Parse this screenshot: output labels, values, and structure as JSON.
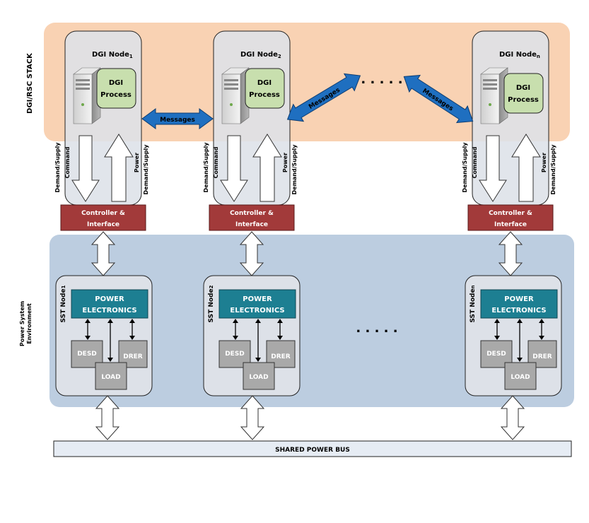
{
  "labels": {
    "stack_label": "DGI/RSC STACK",
    "env_label_1": "Power System",
    "env_label_2": "Environment",
    "messages": "Messages",
    "dots_top": ". . . . .",
    "dots_mid": ". . . . .",
    "shared_bus": "SHARED POWER BUS"
  },
  "dgi_nodes": [
    {
      "title": "DGI Node",
      "subscript": "1",
      "process_line1": "DGI",
      "process_line2": "Process",
      "left_outer": "Demand/Supply",
      "left_inner": "Command",
      "right_inner": "Power",
      "right_outer": "Demand/Supply",
      "controller_line1": "Controller &",
      "controller_line2": "Interface"
    },
    {
      "title": "DGI Node",
      "subscript": "2",
      "process_line1": "DGI",
      "process_line2": "Process",
      "left_outer": "Demand/Supply",
      "left_inner": "Command",
      "right_inner": "Power",
      "right_outer": "Demand/Supply",
      "controller_line1": "Controller &",
      "controller_line2": "Interface"
    },
    {
      "title": "DGI Node",
      "subscript": "n",
      "process_line1": "DGI",
      "process_line2": "Process",
      "left_outer": "Demand/Supply",
      "left_inner": "Command",
      "right_inner": "Power",
      "right_outer": "Demand/Supply",
      "controller_line1": "Controller &",
      "controller_line2": "Interface"
    }
  ],
  "sst_nodes": [
    {
      "title": "SST Node",
      "subscript": "1",
      "pe_line1": "POWER",
      "pe_line2": "ELECTRONICS",
      "desd": "DESD",
      "drer": "DRER",
      "load": "LOAD"
    },
    {
      "title": "SST Node",
      "subscript": "2",
      "pe_line1": "POWER",
      "pe_line2": "ELECTRONICS",
      "desd": "DESD",
      "drer": "DRER",
      "load": "LOAD"
    },
    {
      "title": "SST Node",
      "subscript": "n",
      "pe_line1": "POWER",
      "pe_line2": "ELECTRONICS",
      "desd": "DESD",
      "drer": "DRER",
      "load": "LOAD"
    }
  ],
  "colors": {
    "stack_bg": "#f9d2b3",
    "env_bg": "#bccde0",
    "node_bg": "#dde1e8",
    "process_box": "#c8dfae",
    "controller": "#a23a3a",
    "power_electronics": "#1d7f92",
    "component_box": "#a9a9a9",
    "message_arrow": "#1f6fc0",
    "bus_fill": "#e6ecf4"
  }
}
